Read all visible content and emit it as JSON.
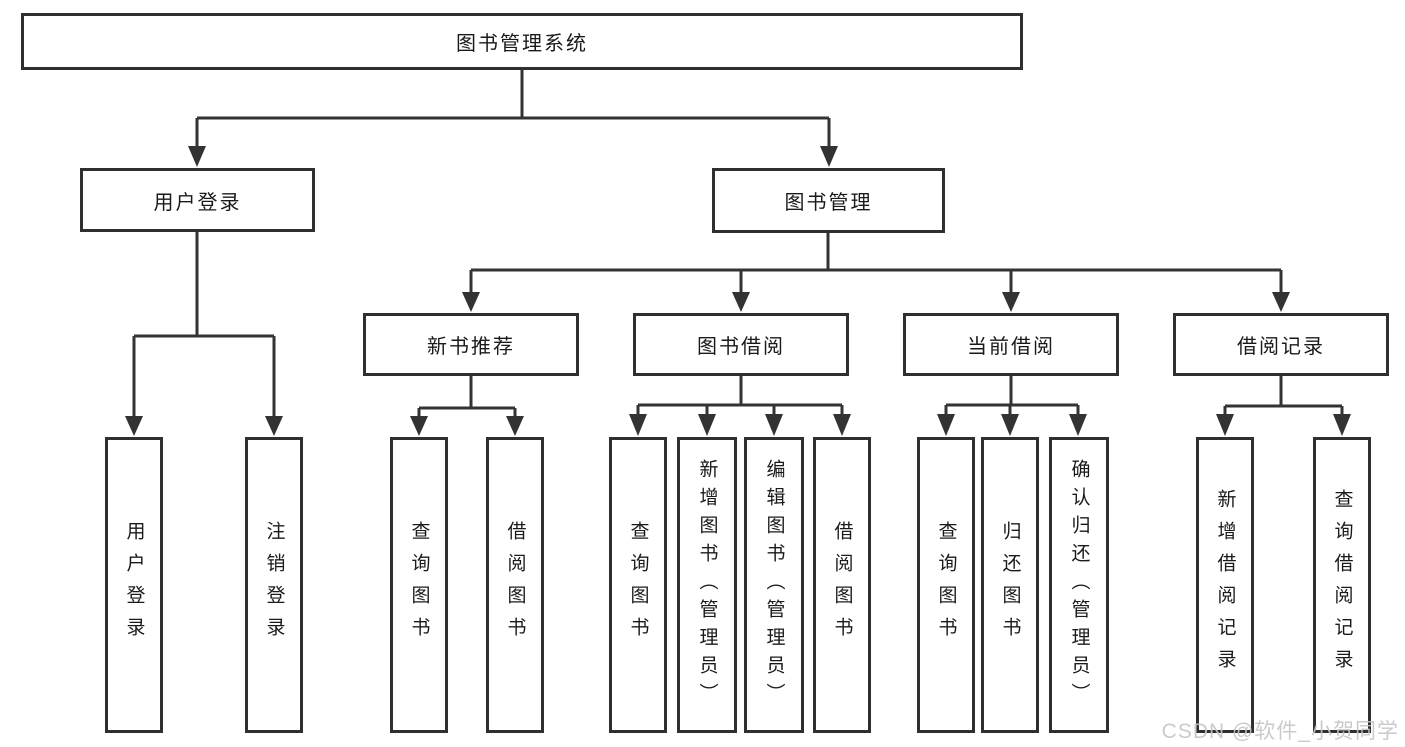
{
  "diagram_type": "hierarchy-tree",
  "colors": {
    "line": "#333333",
    "box_border": "#2f2f2f",
    "text": "#1a1a1a",
    "background": "#ffffff",
    "watermark": "#c6c6c6"
  },
  "watermark": {
    "text": "CSDN @软件_小贺同学"
  },
  "tree": {
    "root": {
      "label": "图书管理系统",
      "children": [
        {
          "label": "用户登录",
          "children": [
            {
              "label": "用户登录"
            },
            {
              "label": "注销登录"
            }
          ]
        },
        {
          "label": "图书管理",
          "children": [
            {
              "label": "新书推荐",
              "children": [
                {
                  "label": "查询图书"
                },
                {
                  "label": "借阅图书"
                }
              ]
            },
            {
              "label": "图书借阅",
              "children": [
                {
                  "label": "查询图书"
                },
                {
                  "label": "新增图书（管理员）"
                },
                {
                  "label": "编辑图书（管理员）"
                },
                {
                  "label": "借阅图书"
                }
              ]
            },
            {
              "label": "当前借阅",
              "children": [
                {
                  "label": "查询图书"
                },
                {
                  "label": "归还图书"
                },
                {
                  "label": "确认归还（管理员）"
                }
              ]
            },
            {
              "label": "借阅记录",
              "children": [
                {
                  "label": "新增借阅记录"
                },
                {
                  "label": "查询借阅记录"
                }
              ]
            }
          ]
        }
      ]
    }
  }
}
